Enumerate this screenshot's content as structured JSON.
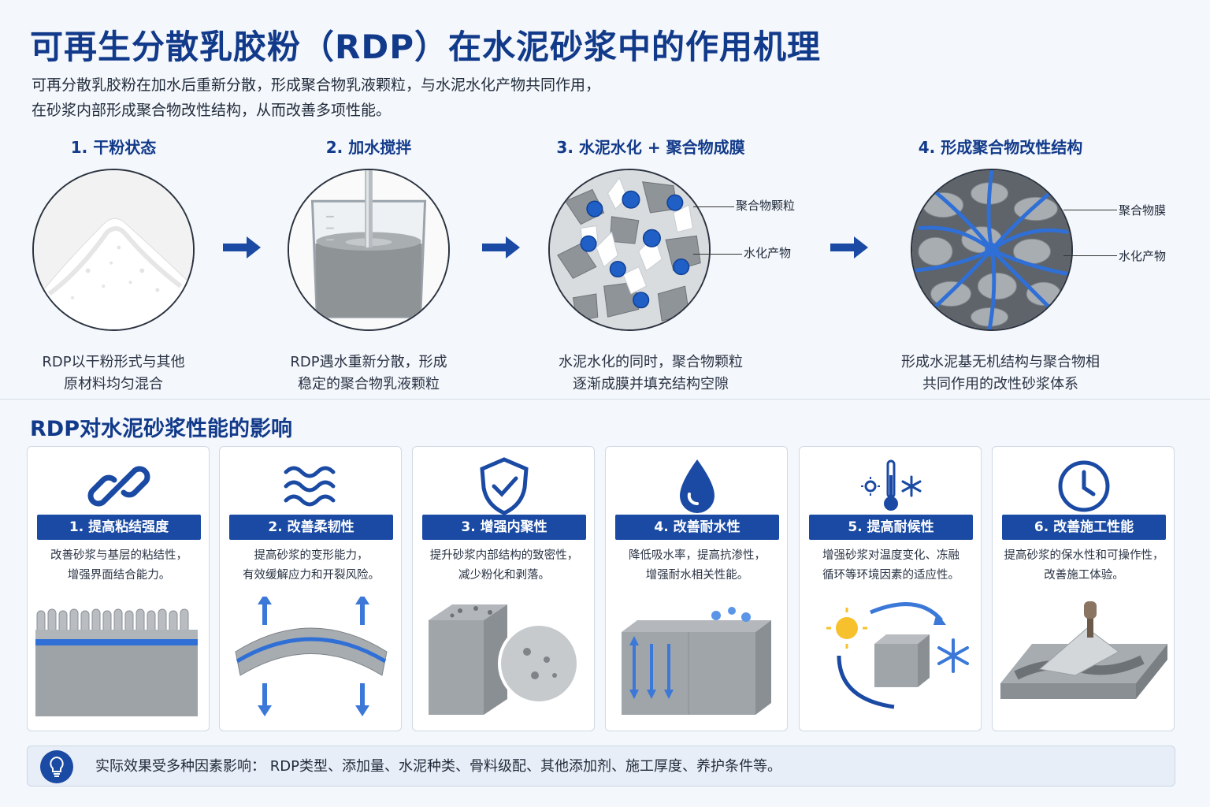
{
  "title": "可再生分散乳胶粉（RDP）在水泥砂浆中的作用机理",
  "intro": {
    "line1": "可再分散乳胶粉在加水后重新分散，形成聚合物乳液颗粒，与水泥水化产物共同作用，",
    "line2": "在砂浆内部形成聚合物改性结构，从而改善多项性能。"
  },
  "steps": [
    {
      "title": "1. 干粉状态",
      "desc1": "RDP以干粉形式与其他",
      "desc2": "原材料均匀混合",
      "icon": "powder-pile"
    },
    {
      "title": "2. 加水搅拌",
      "desc1": "RDP遇水重新分散，形成",
      "desc2": "稳定的聚合物乳液颗粒",
      "icon": "beaker-mixing"
    },
    {
      "title": "3. 水泥水化 + 聚合物成膜",
      "desc1": "水泥水化的同时，聚合物颗粒",
      "desc2": "逐渐成膜并填充结构空隙",
      "icon": "microstructure",
      "callouts": [
        "聚合物颗粒",
        "水化产物"
      ]
    },
    {
      "title": "4. 形成聚合物改性结构",
      "desc1": "形成水泥基无机结构与聚合物相",
      "desc2": "共同作用的改性砂浆体系",
      "icon": "polymer-network",
      "callouts": [
        "聚合物膜",
        "水化产物"
      ]
    }
  ],
  "section_title": "RDP对水泥砂浆性能的影响",
  "cards": [
    {
      "label": "1. 提高粘结强度",
      "desc1": "改善砂浆与基层的粘结性，",
      "desc2": "增强界面结合能力。",
      "icon": "chain-link-icon"
    },
    {
      "label": "2. 改善柔韧性",
      "desc1": "提高砂浆的变形能力，",
      "desc2": "有效缓解应力和开裂风险。",
      "icon": "wave-icon"
    },
    {
      "label": "3. 增强内聚性",
      "desc1": "提升砂浆内部结构的致密性，",
      "desc2": "减少粉化和剥落。",
      "icon": "shield-check-icon"
    },
    {
      "label": "4. 改善耐水性",
      "desc1": "降低吸水率，提高抗渗性，",
      "desc2": "增强耐水相关性能。",
      "icon": "water-drop-icon"
    },
    {
      "label": "5. 提高耐候性",
      "desc1": "增强砂浆对温度变化、冻融",
      "desc2": "循环等环境因素的适应性。",
      "icon": "weather-icon"
    },
    {
      "label": "6. 改善施工性能",
      "desc1": "提高砂浆的保水性和可操作性，",
      "desc2": "改善施工体验。",
      "icon": "clock-icon"
    }
  ],
  "footer": {
    "text": "实际效果受多种因素影响： RDP类型、添加量、水泥种类、骨料级配、其他添加剂、施工厚度、养护条件等。",
    "icon": "lightbulb-icon"
  },
  "colors": {
    "primary": "#123a8a",
    "accent": "#1a4aa3",
    "polymer": "#2f6fd6"
  }
}
